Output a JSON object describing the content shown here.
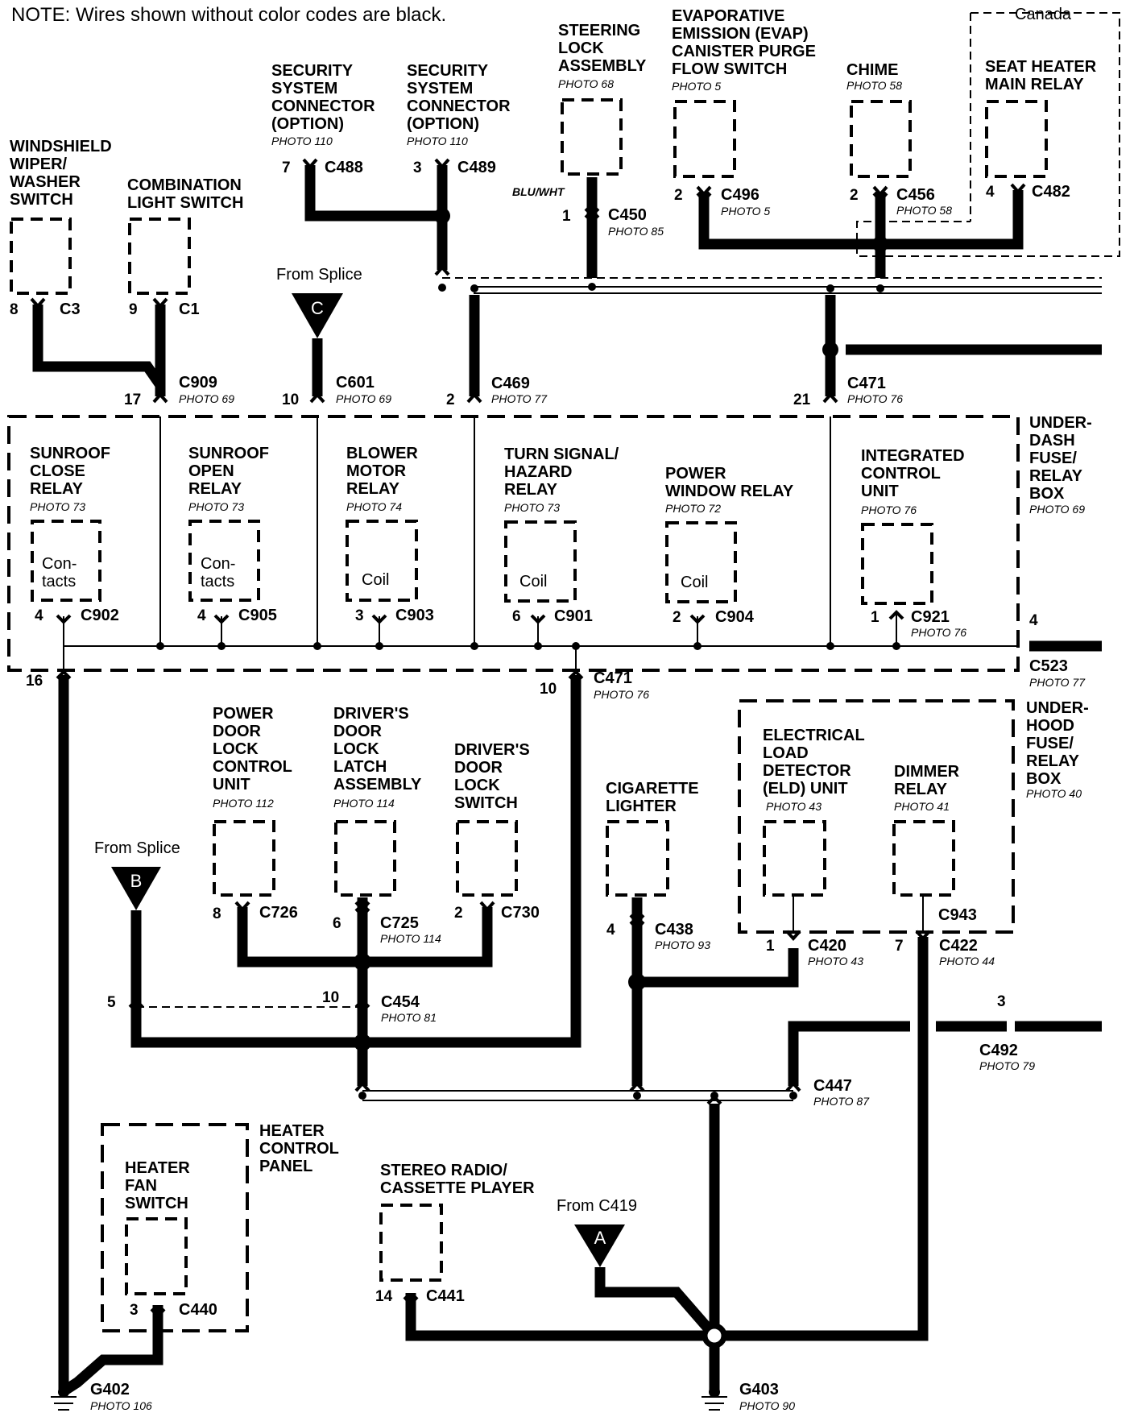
{
  "note": "NOTE: Wires shown without color codes are black.",
  "canada_label": "Canada",
  "wire_color": "BLU/WHT",
  "components": {
    "security1": {
      "lines": [
        "SECURITY",
        "SYSTEM",
        "CONNECTOR",
        "(OPTION)"
      ],
      "photo": "PHOTO 110",
      "pin": "7",
      "conn": "C488"
    },
    "security2": {
      "lines": [
        "SECURITY",
        "SYSTEM",
        "CONNECTOR",
        "(OPTION)"
      ],
      "photo": "PHOTO 110",
      "pin": "3",
      "conn": "C489"
    },
    "steering": {
      "lines": [
        "STEERING",
        "LOCK",
        "ASSEMBLY"
      ],
      "photo": "PHOTO 68",
      "pin": "1",
      "conn": "C450",
      "conn_photo": "PHOTO 85"
    },
    "evap": {
      "lines": [
        "EVAPORATIVE",
        "EMISSION (EVAP)",
        "CANISTER PURGE",
        "FLOW SWITCH"
      ],
      "photo": "PHOTO 5",
      "pin": "2",
      "conn": "C496",
      "conn_photo": "PHOTO 5"
    },
    "chime": {
      "lines": [
        "CHIME"
      ],
      "photo": "PHOTO 58",
      "pin": "2",
      "conn": "C456",
      "conn_photo": "PHOTO 58"
    },
    "seat_heater": {
      "lines": [
        "SEAT HEATER",
        "MAIN RELAY"
      ],
      "pin": "4",
      "conn": "C482"
    },
    "wiper": {
      "lines": [
        "WINDSHIELD",
        "WIPER/",
        "WASHER",
        "SWITCH"
      ],
      "pin": "8",
      "conn": "C3"
    },
    "combo": {
      "lines": [
        "COMBINATION",
        "LIGHT SWITCH"
      ],
      "pin": "9",
      "conn": "C1"
    },
    "splice_c": {
      "from": "From Splice",
      "letter": "C"
    },
    "c909": {
      "pin": "17",
      "conn": "C909",
      "photo": "PHOTO 69"
    },
    "c601": {
      "pin": "10",
      "conn": "C601",
      "photo": "PHOTO 69"
    },
    "c469": {
      "pin": "2",
      "conn": "C469",
      "photo": "PHOTO 77"
    },
    "c471_top": {
      "pin": "21",
      "conn": "C471",
      "photo": "PHOTO 76"
    },
    "underdash": {
      "lines": [
        "UNDER-",
        "DASH",
        "FUSE/",
        "RELAY",
        "BOX"
      ],
      "photo": "PHOTO 69"
    },
    "sunroof_close": {
      "lines": [
        "SUNROOF",
        "CLOSE",
        "RELAY"
      ],
      "photo": "PHOTO 73",
      "inner": [
        "Con-",
        "tacts"
      ],
      "pin": "4",
      "conn": "C902"
    },
    "sunroof_open": {
      "lines": [
        "SUNROOF",
        "OPEN",
        "RELAY"
      ],
      "photo": "PHOTO 73",
      "inner": [
        "Con-",
        "tacts"
      ],
      "pin": "4",
      "conn": "C905"
    },
    "blower": {
      "lines": [
        "BLOWER",
        "MOTOR",
        "RELAY"
      ],
      "photo": "PHOTO 74",
      "inner": [
        "Coil"
      ],
      "pin": "3",
      "conn": "C903"
    },
    "turn": {
      "lines": [
        "TURN SIGNAL/",
        "HAZARD",
        "RELAY"
      ],
      "photo": "PHOTO 73",
      "inner": [
        "Coil"
      ],
      "pin": "6",
      "conn": "C901"
    },
    "power_window": {
      "lines": [
        "POWER",
        "WINDOW RELAY"
      ],
      "photo": "PHOTO 72",
      "inner": [
        "Coil"
      ],
      "pin": "2",
      "conn": "C904"
    },
    "icu": {
      "lines": [
        "INTEGRATED",
        "CONTROL",
        "UNIT"
      ],
      "photo": "PHOTO 76",
      "pin": "1",
      "conn": "C921",
      "conn_photo": "PHOTO 76"
    },
    "c523": {
      "pin": "4",
      "conn": "C523",
      "photo": "PHOTO 77"
    },
    "c471_bottom": {
      "pin": "10",
      "conn": "C471",
      "photo": "PHOTO 76"
    },
    "g402_pin": "16",
    "pdl_control": {
      "lines": [
        "POWER",
        "DOOR",
        "LOCK",
        "CONTROL",
        "UNIT"
      ],
      "photo": "PHOTO 112",
      "pin": "8",
      "conn": "C726"
    },
    "pdl_latch": {
      "lines": [
        "DRIVER'S",
        "DOOR",
        "LOCK",
        "LATCH",
        "ASSEMBLY"
      ],
      "photo": "PHOTO 114",
      "pin": "6",
      "conn": "C725",
      "conn_photo": "PHOTO 114"
    },
    "pdl_switch": {
      "lines": [
        "DRIVER'S",
        "DOOR",
        "LOCK",
        "SWITCH"
      ],
      "pin": "2",
      "conn": "C730"
    },
    "splice_b": {
      "from": "From Splice",
      "letter": "B"
    },
    "c454": {
      "pin_left": "5",
      "pin_right": "10",
      "conn": "C454",
      "photo": "PHOTO 81"
    },
    "cig": {
      "lines": [
        "CIGARETTE",
        "LIGHTER"
      ],
      "pin": "4",
      "conn": "C438",
      "conn_photo": "PHOTO 93"
    },
    "underhood": {
      "lines": [
        "UNDER-",
        "HOOD",
        "FUSE/",
        "RELAY",
        "BOX"
      ],
      "photo": "PHOTO 40"
    },
    "eld": {
      "lines": [
        "ELECTRICAL",
        "LOAD",
        "DETECTOR",
        "(ELD) UNIT"
      ],
      "photo": "PHOTO 43",
      "pin": "1",
      "conn": "C420",
      "conn_photo": "PHOTO 43"
    },
    "dimmer": {
      "lines": [
        "DIMMER",
        "RELAY"
      ],
      "photo": "PHOTO 41",
      "conn_inner": "C943",
      "pin": "7",
      "conn": "C422",
      "conn_photo": "PHOTO 44"
    },
    "c492": {
      "pin": "3",
      "conn": "C492",
      "photo": "PHOTO 79"
    },
    "c447": {
      "conn": "C447",
      "photo": "PHOTO 87"
    },
    "heater_panel": {
      "lines": [
        "HEATER",
        "CONTROL",
        "PANEL"
      ]
    },
    "heater_fan": {
      "lines": [
        "HEATER",
        "FAN",
        "SWITCH"
      ],
      "pin": "3",
      "conn": "C440"
    },
    "stereo": {
      "lines": [
        "STEREO RADIO/",
        "CASSETTE PLAYER"
      ],
      "pin": "14",
      "conn": "C441"
    },
    "splice_a": {
      "from": "From C419",
      "letter": "A"
    },
    "g402": {
      "name": "G402",
      "photo": "PHOTO 106"
    },
    "g403": {
      "name": "G403",
      "photo": "PHOTO 90"
    }
  }
}
